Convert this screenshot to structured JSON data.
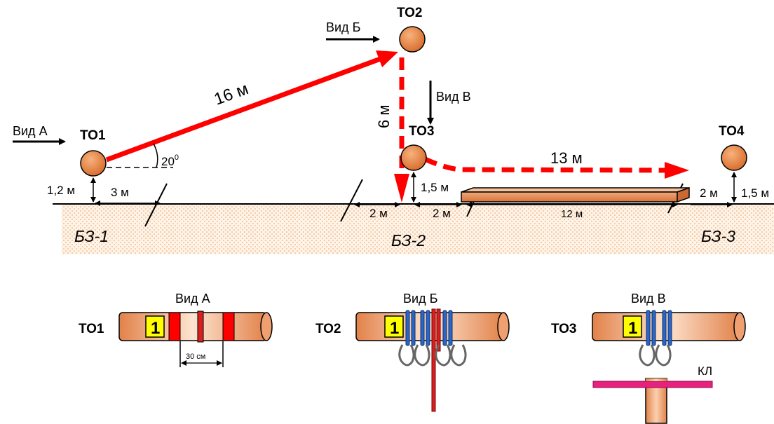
{
  "points": {
    "to1": "ТО1",
    "to2": "ТО2",
    "to3": "ТО3",
    "to4": "ТО4"
  },
  "views": {
    "a": "Вид А",
    "b": "Вид Б",
    "v": "Вид В"
  },
  "dimensions": {
    "span_to1_to2": "16 м",
    "span_to2_to3": "6 м",
    "span_to3_to4": "13 м",
    "angle": "20",
    "angle_sup": "0",
    "h_to1": "1,2 м",
    "d_3m": "3 м",
    "h_to3": "1,5 м",
    "d_2m_left": "2 м",
    "d_2m_right": "2 м",
    "log_length": "12 м",
    "d_2m_to4": "2 м",
    "h_to4": "1,5 м",
    "rope_gap": "30 см"
  },
  "zones": {
    "bz1": "БЗ-1",
    "bz2": "БЗ-2",
    "bz3": "БЗ-3"
  },
  "details": {
    "to1_label": "ТО1",
    "to2_label": "ТО2",
    "to3_label": "ТО3",
    "badge": "1",
    "kl": "КЛ"
  },
  "colors": {
    "rope": "#ff0000",
    "post": "#e2824a",
    "ground": "#e8c7a5",
    "badge": "#ffff00",
    "carabiner_loop": "#2a66c6",
    "kl_bar": "#e8207e"
  }
}
